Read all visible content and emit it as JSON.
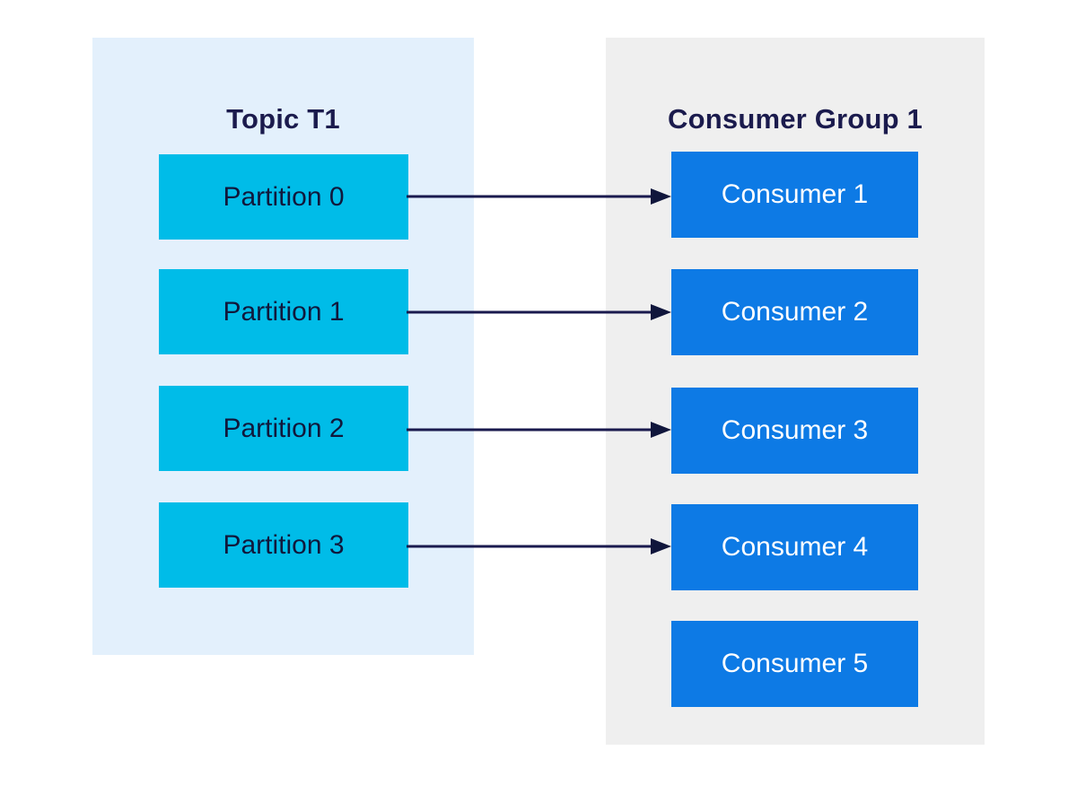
{
  "diagram": {
    "type": "kafka-consumer-group-assignment",
    "background_color": "#ffffff",
    "arrow_color": "#1a1a4e"
  },
  "topic_panel": {
    "title": "Topic T1",
    "background_color": "#e3f0fc",
    "box_color": "#00bce8",
    "partitions": [
      {
        "label": "Partition 0"
      },
      {
        "label": "Partition 1"
      },
      {
        "label": "Partition 2"
      },
      {
        "label": "Partition 3"
      }
    ]
  },
  "group_panel": {
    "title": "Consumer Group 1",
    "background_color": "#efefef",
    "box_color": "#0d7ae5",
    "consumers": [
      {
        "label": "Consumer 1"
      },
      {
        "label": "Consumer 2"
      },
      {
        "label": "Consumer 3"
      },
      {
        "label": "Consumer 4"
      },
      {
        "label": "Consumer 5"
      }
    ]
  },
  "connections": [
    {
      "from": "Partition 0",
      "to": "Consumer 1"
    },
    {
      "from": "Partition 1",
      "to": "Consumer 2"
    },
    {
      "from": "Partition 2",
      "to": "Consumer 3"
    },
    {
      "from": "Partition 3",
      "to": "Consumer 4"
    }
  ]
}
